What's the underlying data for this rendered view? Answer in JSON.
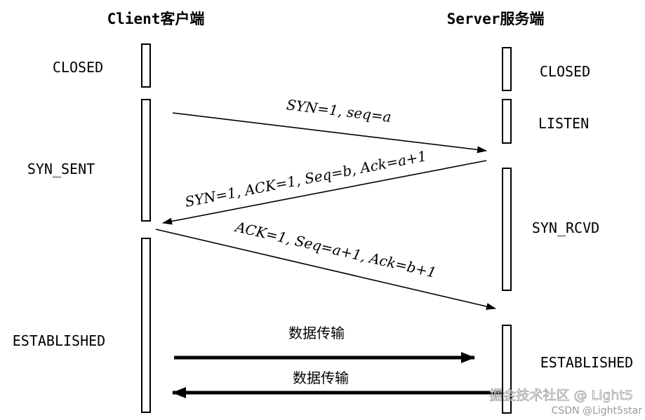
{
  "client": {
    "title": "Client客户端",
    "states": [
      "CLOSED",
      "SYN_SENT",
      "ESTABLISHED"
    ]
  },
  "server": {
    "title": "Server服务端",
    "states": [
      "CLOSED",
      "LISTEN",
      "SYN_RCVD",
      "ESTABLISHED"
    ]
  },
  "messages": {
    "syn": "SYN=1, seq=a",
    "syn_ack": "SYN=1, ACK=1, Seq=b, Ack=a+1",
    "ack": "ACK=1, Seq=a+1, Ack=b+1",
    "data_to_server": "数据传输",
    "data_to_client": "数据传输"
  },
  "watermark": {
    "main": "掘金技术社区 @ Light5",
    "sub": "CSDN @Light5star"
  },
  "colors": {
    "line": "#000000",
    "background": "#ffffff"
  }
}
